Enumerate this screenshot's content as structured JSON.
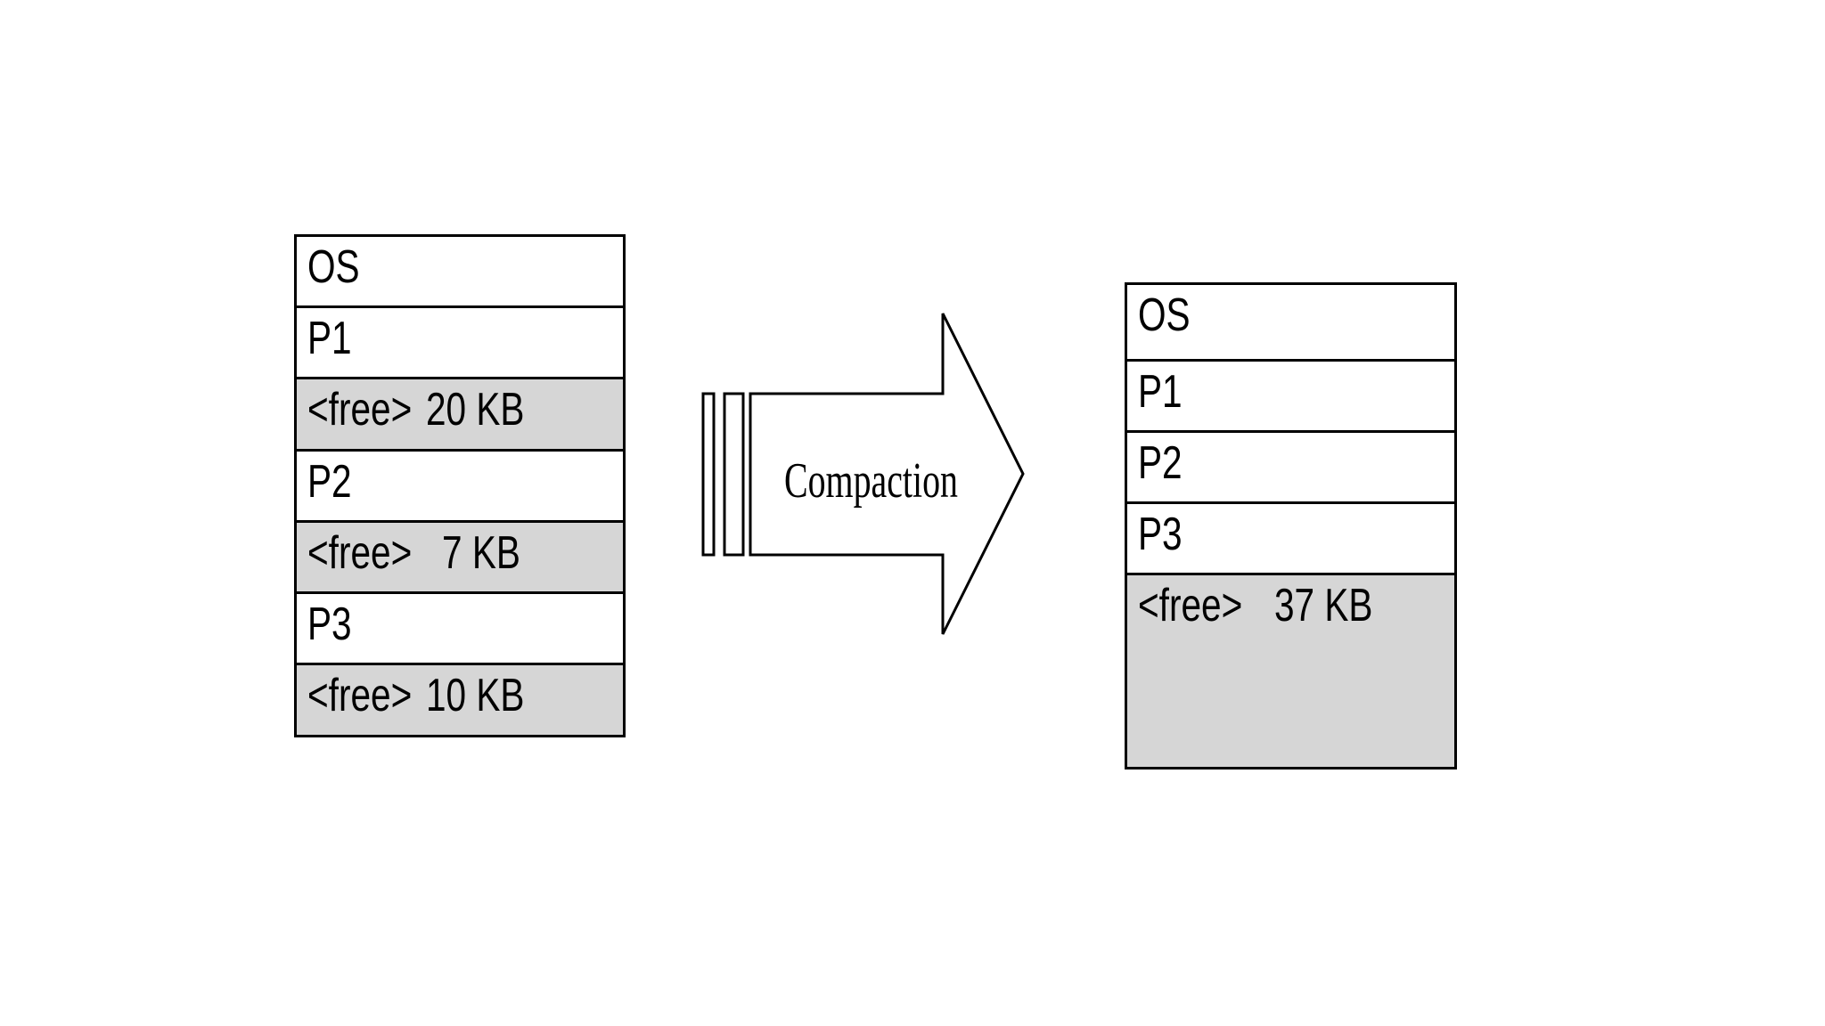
{
  "before": {
    "blocks": [
      {
        "label": "OS",
        "size": "",
        "free": false
      },
      {
        "label": "P1",
        "size": "",
        "free": false
      },
      {
        "label": "<free>",
        "size": "20 KB",
        "free": true
      },
      {
        "label": "P2",
        "size": "",
        "free": false
      },
      {
        "label": "<free>",
        "size": "7 KB",
        "free": true
      },
      {
        "label": "P3",
        "size": "",
        "free": false
      },
      {
        "label": "<free>",
        "size": "10 KB",
        "free": true
      }
    ]
  },
  "arrow": {
    "label": "Compaction"
  },
  "after": {
    "blocks": [
      {
        "label": "OS",
        "size": "",
        "free": false
      },
      {
        "label": "P1",
        "size": "",
        "free": false
      },
      {
        "label": "P2",
        "size": "",
        "free": false
      },
      {
        "label": "P3",
        "size": "",
        "free": false
      },
      {
        "label": "<free>",
        "size": "37 KB",
        "free": true
      }
    ]
  },
  "colors": {
    "free_fill": "#d6d6d6",
    "used_fill": "#ffffff",
    "border": "#000000"
  }
}
